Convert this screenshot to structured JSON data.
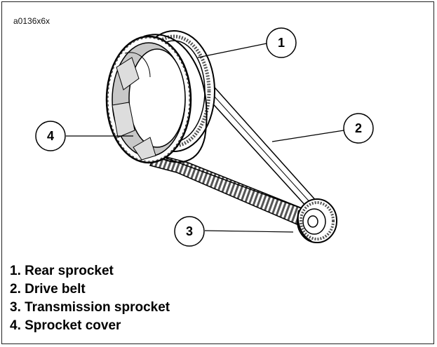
{
  "figure_id": "a0136x6x",
  "callouts": [
    {
      "number": "1",
      "part": "rear-sprocket"
    },
    {
      "number": "2",
      "part": "drive-belt"
    },
    {
      "number": "3",
      "part": "transmission-sprocket"
    },
    {
      "number": "4",
      "part": "sprocket-cover"
    }
  ],
  "legend": [
    "1. Rear sprocket",
    "2. Drive belt",
    "3. Transmission sprocket",
    "4. Sprocket cover"
  ],
  "colors": {
    "line": "#000000",
    "fill": "#ffffff",
    "shade": "#c8c8c8",
    "teeth": "#555555"
  }
}
